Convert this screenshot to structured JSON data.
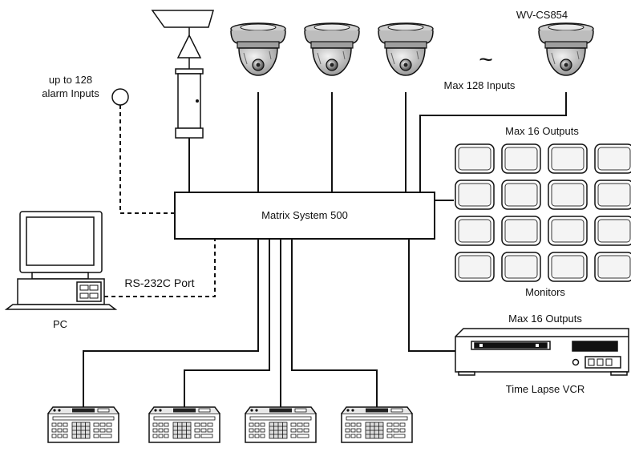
{
  "diagram": {
    "alarm_label_line1": "up to 128",
    "alarm_label_line2": "alarm Inputs",
    "camera_model": "WV-CS854",
    "tilde": "~",
    "max_inputs": "Max 128 Inputs",
    "monitors_top_label": "Max 16 Outputs",
    "matrix_label": "Matrix System 500",
    "rs232_label": "RS-232C Port",
    "pc_label": "PC",
    "monitors_label": "Monitors",
    "vcr_top_label": "Max 16 Outputs",
    "vcr_label": "Time Lapse VCR"
  },
  "colors": {
    "line": "#111111",
    "device_fill": "#ffffff",
    "camera_fill": "#d9d9d9",
    "camera_dark": "#555555",
    "screen_fill": "#e6e6e6"
  },
  "icons": [
    "alarm-sensor-icon",
    "outdoor-camera-icon",
    "dome-camera-icon",
    "pc-icon",
    "monitor-icon",
    "vcr-icon",
    "controller-keyboard-icon"
  ]
}
